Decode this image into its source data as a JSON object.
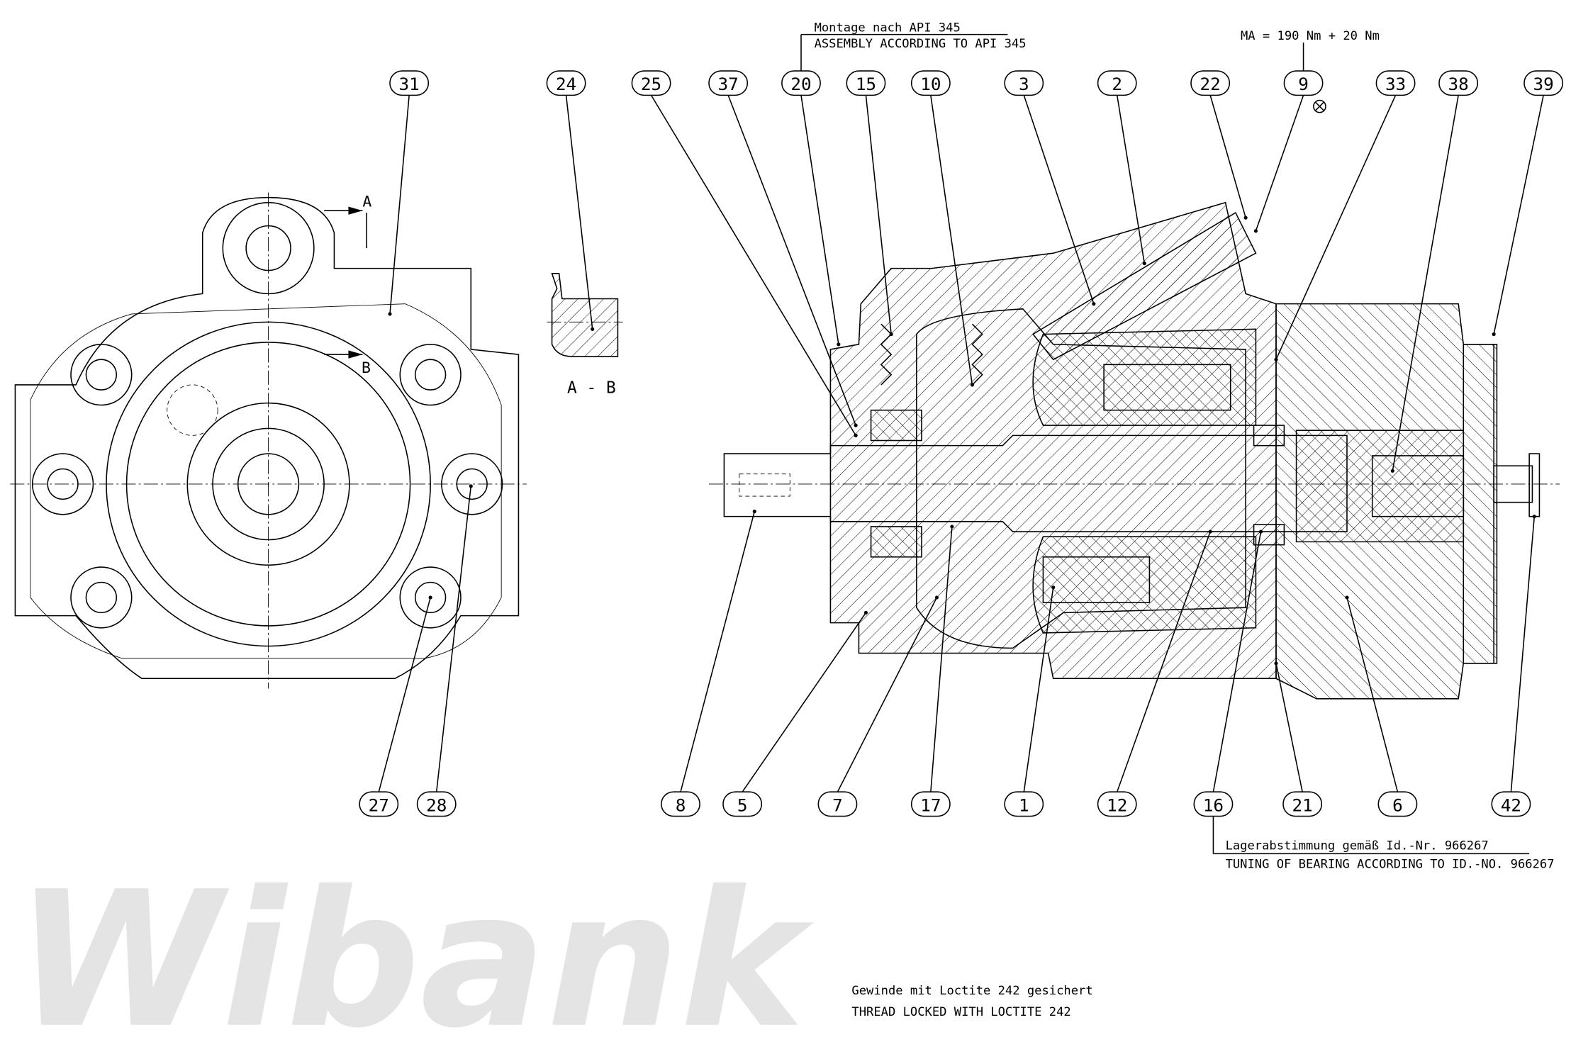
{
  "title": "Pump sectional drawing",
  "notes": {
    "assembly_de": "Montage nach API 345",
    "assembly_en": "ASSEMBLY ACCORDING TO API 345",
    "torque": "MA = 190 Nm + 20 Nm",
    "bearing_de": "Lagerabstimmung gemäß Id.-Nr. 966267",
    "bearing_en": "TUNING OF BEARING ACCORDING TO ID.-NO. 966267",
    "thread_de": "Gewinde mit Loctite 242 gesichert",
    "thread_en": "THREAD LOCKED WITH LOCTITE 242"
  },
  "section_labels": {
    "a": "A",
    "b": "B",
    "detail": "A - B"
  },
  "watermark": "Wibank",
  "balloons_top": [
    "31",
    "24",
    "25",
    "37",
    "20",
    "15",
    "10",
    "3",
    "2",
    "22",
    "9",
    "33",
    "38",
    "39"
  ],
  "balloons_bottom": [
    "27",
    "28",
    "8",
    "5",
    "7",
    "17",
    "1",
    "12",
    "16",
    "21",
    "6",
    "42"
  ]
}
